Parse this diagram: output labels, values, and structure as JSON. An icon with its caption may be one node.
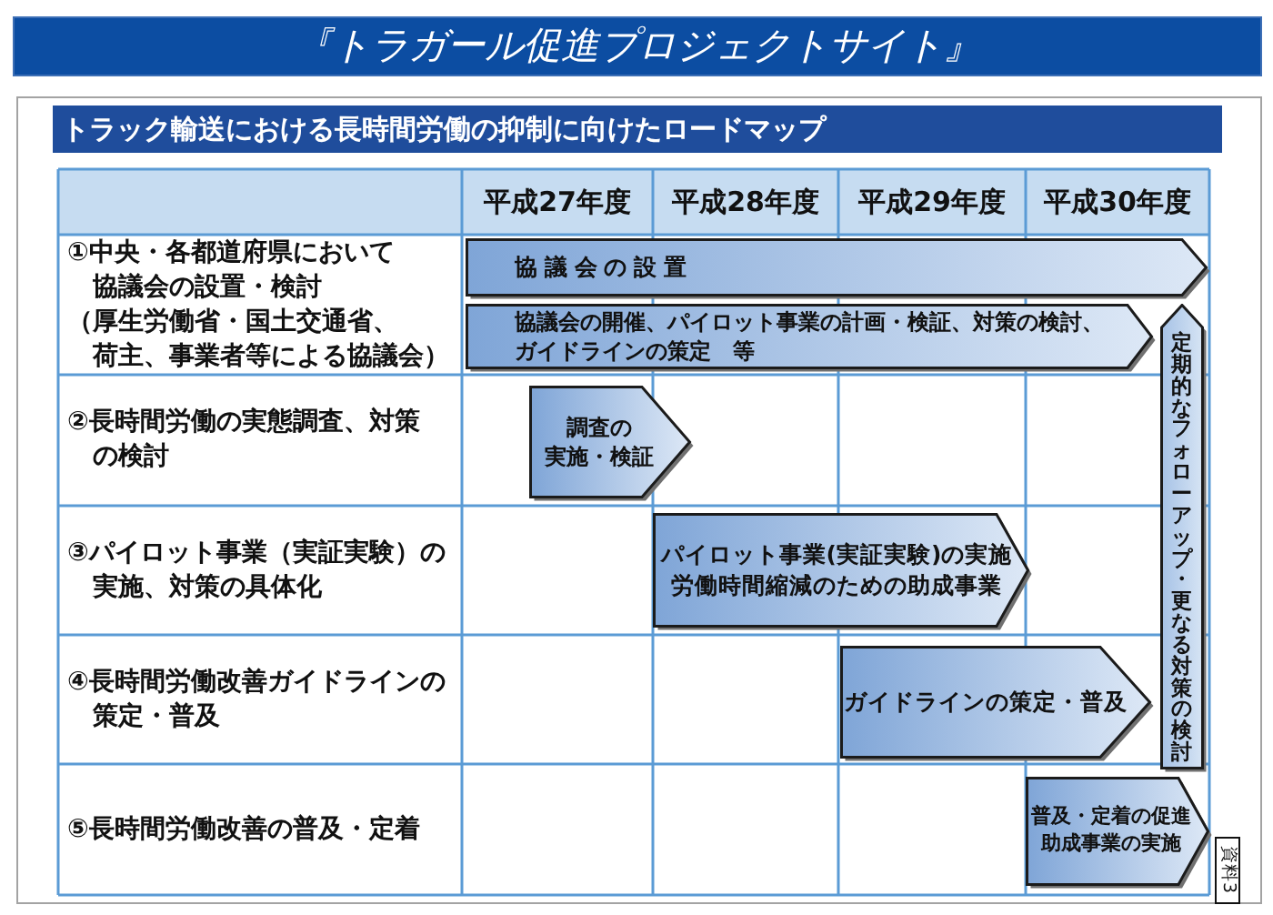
{
  "diagram": {
    "title": "『トラガール促進プロジェクトサイト』",
    "nodes": [
      {
        "text": [
          "トラック輸送における長時間労働の抑制に向けたロードマップ"
        ]
      },
      {
        "text": [
          "協議会の設置"
        ]
      },
      {
        "text": [
          "協議会の開催、パイロット事業の計画・検証、対策の検討、ガイドラインの策定　等"
        ]
      },
      {
        "text": [
          "定期的なフォローアップ・更なる対策の検討"
        ]
      },
      {
        "text": [
          "調査の実施・検証"
        ]
      },
      {
        "text": [
          "パイロット事業(実証実験)の実施",
          "労働時間縮減のための助成事業"
        ]
      },
      {
        "text": [
          "ガイドラインの策定・普及"
        ]
      },
      {
        "text": [
          "普及・定着の促進助成事業の実施"
        ]
      },
      {
        "text": [
          "資料3"
        ]
      }
    ],
    "labels": [
      "平成27年度",
      "平成28年度",
      "平成29年度",
      "平成30年度",
      "①中央・各都道府県において協議会の設置・検討",
      "（厚生労働省・国土交通省、荷主、事業者等による協議会）",
      "②長時間労働の実態調査、対策の検討",
      "③パイロット事業（実証実験）の実施、対策の具体化",
      "④長時間労働改善ガイドラインの策定・普及",
      "⑤長時間労働改善の普及・定着"
    ]
  }
}
